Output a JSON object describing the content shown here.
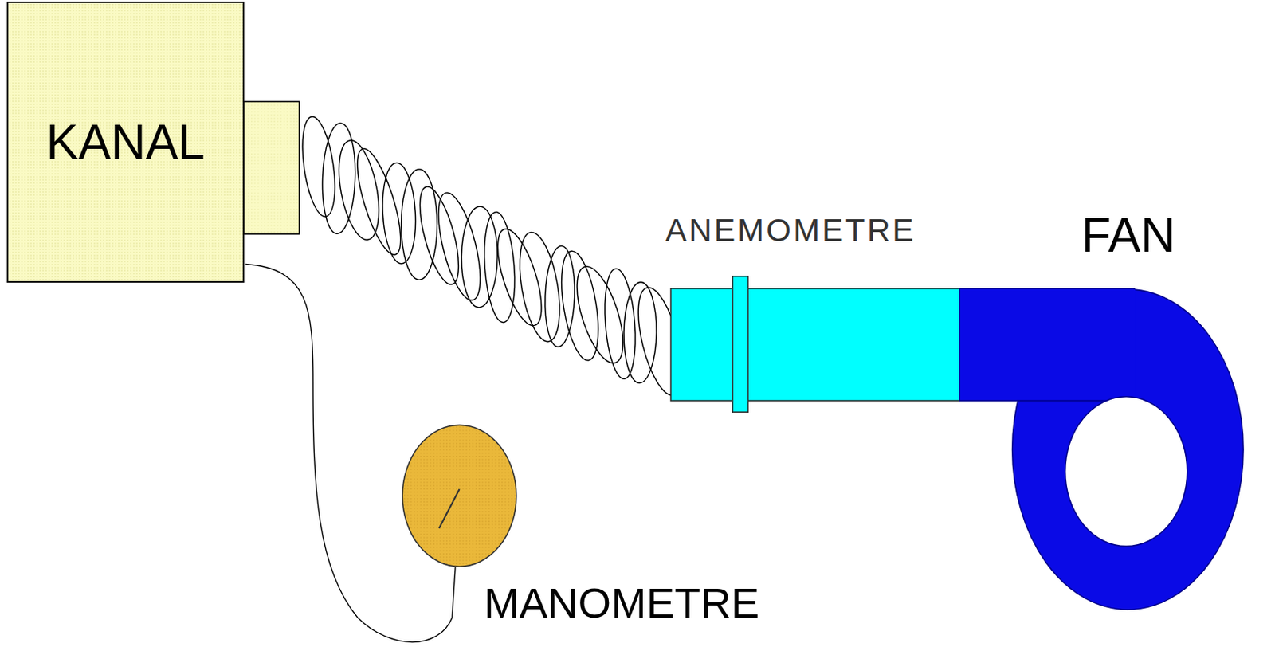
{
  "diagram": {
    "nodes": [
      {
        "text": [
          "KANAL"
        ]
      }
    ],
    "labels": [
      "ANEMOMETRE",
      "FAN",
      "MANOMETRE"
    ]
  }
}
